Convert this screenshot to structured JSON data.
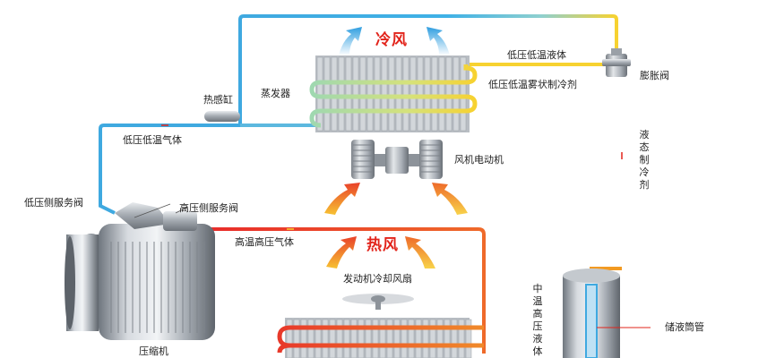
{
  "labels": {
    "cold_air": "冷风",
    "hot_air": "热风",
    "evaporator": "蒸发器",
    "thermo_bulb": "热感缸",
    "low_pressure_low_temp_gas": "低压低温气体",
    "low_pressure_service_valve": "低压侧服务阀",
    "high_pressure_service_valve": "高压侧服务阀",
    "high_temp_high_pressure_gas": "高温高压气体",
    "low_pressure_low_temp_liquid": "低压低温液体",
    "low_pressure_low_temp_mist": "低压低温雾状制冷剂",
    "expansion_valve": "膨胀阀",
    "liquid_refrigerant": "液态制冷剂",
    "fan_motor": "风机电动机",
    "engine_cooling_fan": "发动机冷却风扇",
    "mid_temp_high_pressure_liquid": "中温高压液体",
    "receiver_tube": "储液筒管",
    "compressor": "压缩机"
  },
  "colors": {
    "cold_line": "#3fa9e0",
    "hot_line": "#e8392a",
    "warm_line": "#f5a623",
    "yellow_line": "#f7d230",
    "title_red": "#e2241b"
  }
}
